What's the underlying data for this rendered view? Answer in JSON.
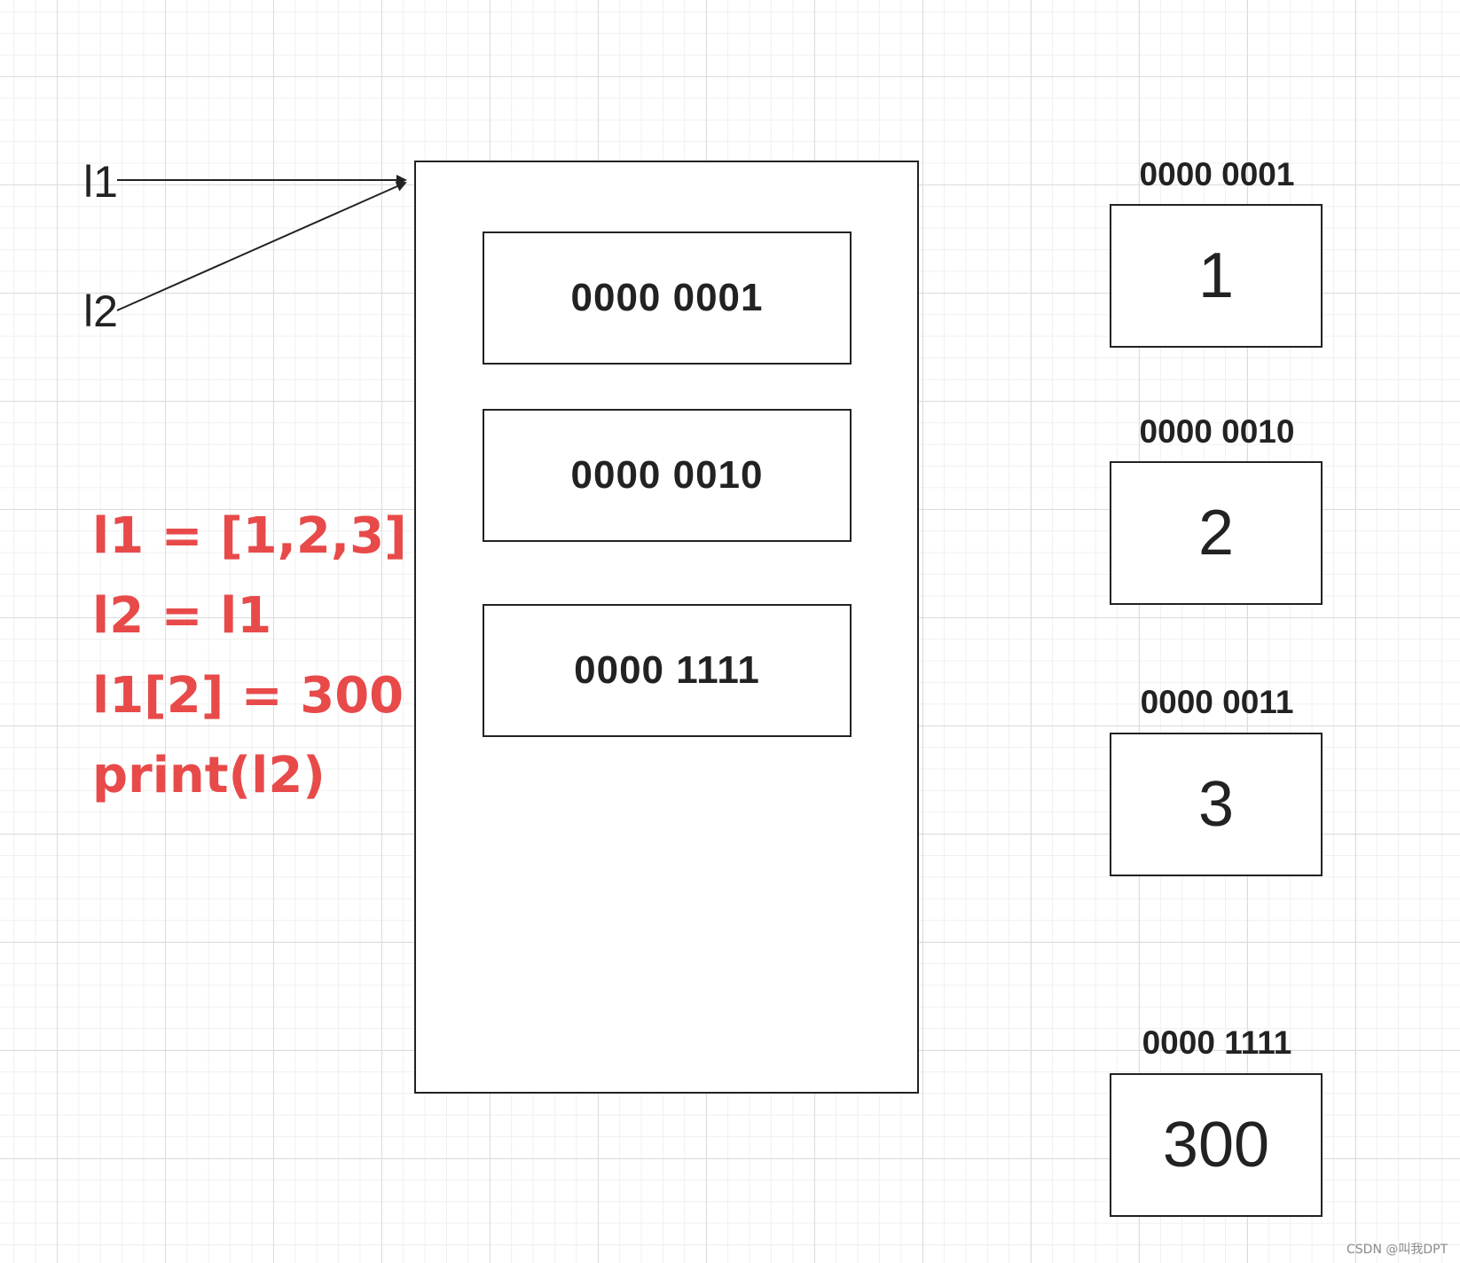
{
  "variables": {
    "l1_label": "l1",
    "l2_label": "l2"
  },
  "code": {
    "lines": [
      "l1 = [1,2,3]",
      "l2 = l1",
      "l1[2] = 300",
      "print(l2)"
    ]
  },
  "list_slots": [
    "0000 0001",
    "0000 0010",
    "0000 1111"
  ],
  "objects": [
    {
      "address": "0000 0001",
      "value": "1"
    },
    {
      "address": "0000 0010",
      "value": "2"
    },
    {
      "address": "0000 0011",
      "value": "3"
    },
    {
      "address": "0000 1111",
      "value": "300"
    }
  ],
  "watermark": "CSDN @叫我DPT",
  "colors": {
    "code": "#e84a4a",
    "stroke": "#222222"
  }
}
